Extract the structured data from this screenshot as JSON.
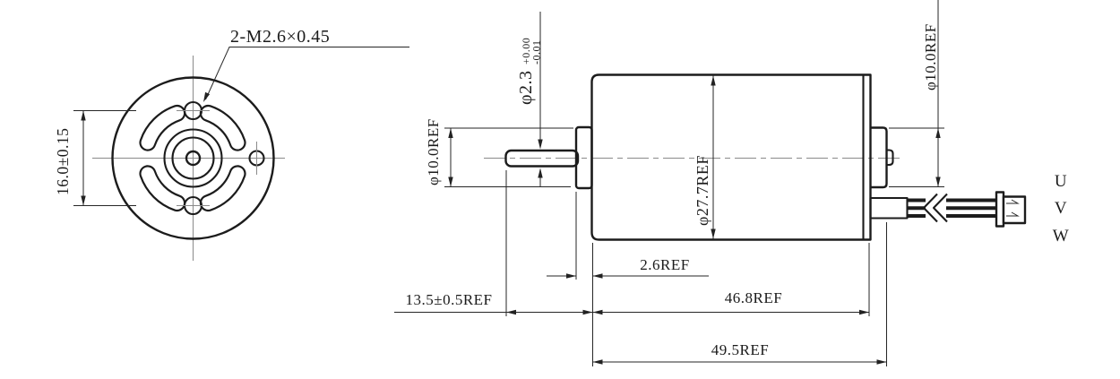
{
  "colors": {
    "line": "#1c1c1c",
    "dimension_line": "#262626",
    "centerline": "#8a8a8a",
    "background": "#ffffff"
  },
  "front_view": {
    "thread_callout": "2-M2.6×0.45",
    "mounting_hole_spacing": "16.0±0.15"
  },
  "side_view": {
    "shaft_dia_main": "φ2.3",
    "shaft_dia_tol_upper": "+0.00",
    "shaft_dia_tol_lower": "-0.01",
    "front_boss_dia": "φ10.0REF",
    "body_dia": "φ27.7REF",
    "rear_boss_dia": "φ10.0REF",
    "front_boss_len": "2.6REF",
    "shaft_ext_len": "13.5±0.5REF",
    "body_len": "46.8REF",
    "overall_len": "49.5REF",
    "wire_labels": [
      "U",
      "V",
      "W"
    ]
  }
}
